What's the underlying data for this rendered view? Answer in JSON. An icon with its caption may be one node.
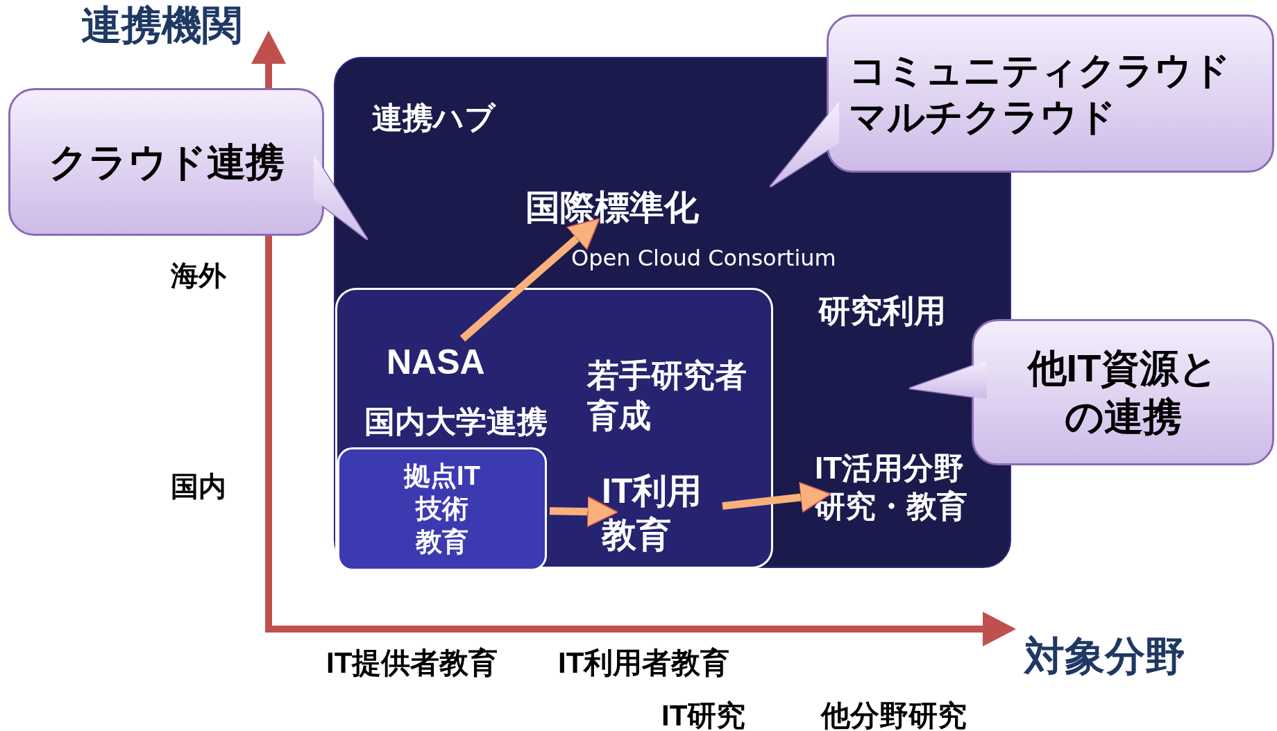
{
  "diagram": {
    "nodes": [
      {
        "text": [
          "クラウド連携"
        ]
      },
      {
        "text": [
          "コミュニティクラウド",
          "マルチクラウド"
        ]
      },
      {
        "text": [
          "連携ハブ",
          "研究利用"
        ]
      },
      {
        "text": [
          "国際標準化"
        ],
        "in": 2,
        "beside": [
          "Open Cloud Consortium"
        ]
      },
      {
        "text": [
          "IT活用分野研究・教育"
        ],
        "in": 2
      },
      {
        "text": [
          "国内大学連携",
          "若手研究者育成"
        ],
        "in": 2
      },
      {
        "text": [
          "NASA"
        ],
        "in": 5
      },
      {
        "text": [
          "拠点IT技術教育"
        ],
        "in": 5
      },
      {
        "text": [
          "IT利用教育"
        ],
        "in": 5
      },
      {
        "text": [
          "他IT資源との連携"
        ]
      }
    ],
    "edges": [
      {
        "from": 6,
        "to": 3,
        "arrow": "to"
      },
      {
        "from": 7,
        "to": 8,
        "arrow": "to"
      },
      {
        "from": 8,
        "to": 4,
        "arrow": "to"
      }
    ],
    "labels": [
      "連携機関",
      "海外",
      "国内",
      "対象分野",
      "IT提供者教育",
      "IT利用者教育",
      "IT研究",
      "他分野研究"
    ]
  }
}
